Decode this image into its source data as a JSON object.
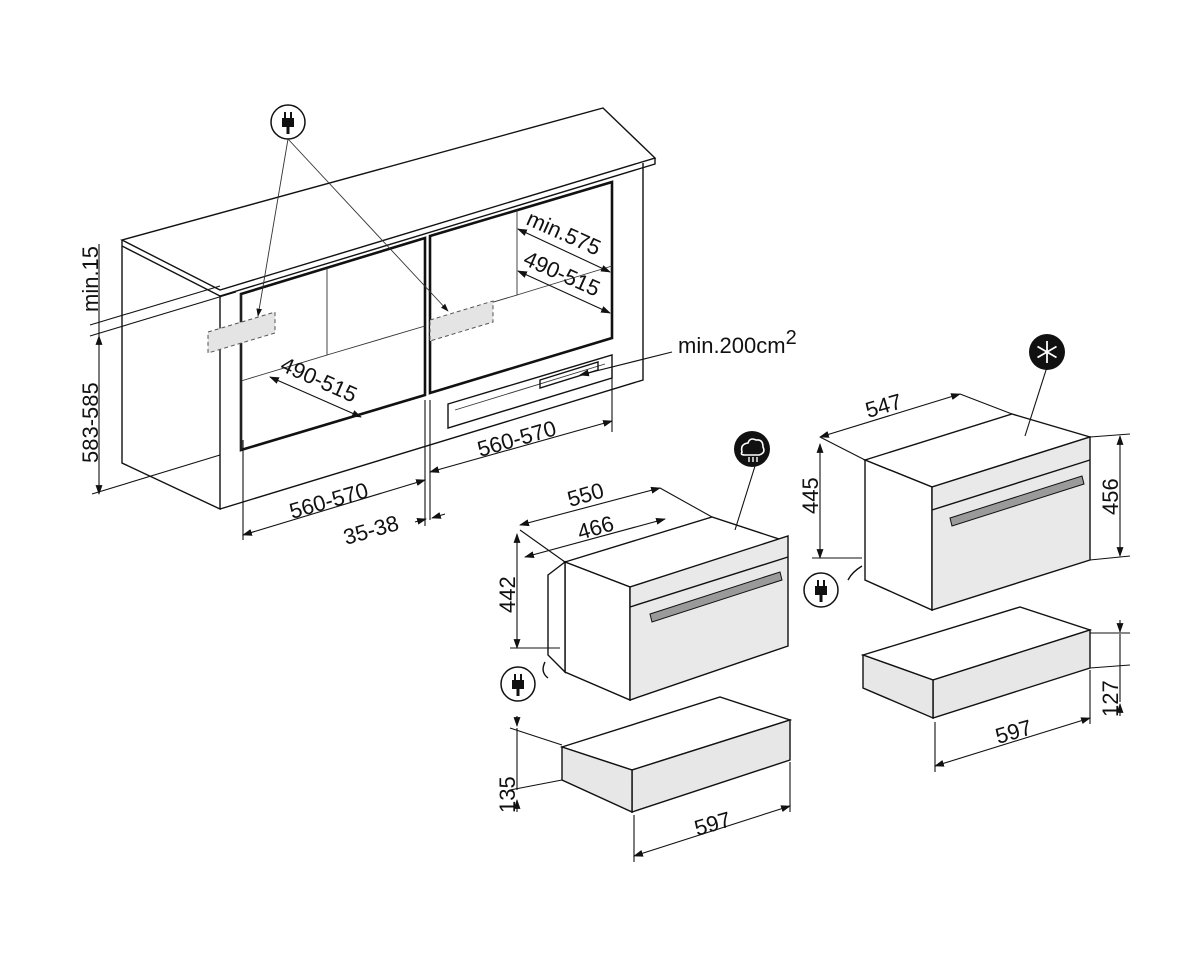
{
  "cabinet": {
    "dim_min15": "min.15",
    "dim_height": "583-585",
    "dim_depth_left": "490-515",
    "dim_width_left": "560-570",
    "dim_gap": "35-38",
    "dim_depth_right_min": "min.575",
    "dim_depth_right": "490-515",
    "dim_width_right": "560-570",
    "vent_label": "min.200cm",
    "vent_sup": "2"
  },
  "oven_steam": {
    "dim_depth_total": "550",
    "dim_depth_body": "466",
    "dim_height": "442",
    "drawer_height": "135",
    "drawer_width": "597"
  },
  "oven_chiller": {
    "dim_depth": "547",
    "dim_height_body": "445",
    "dim_height_front": "456",
    "drawer_height": "127",
    "drawer_width": "597"
  },
  "icons": [
    "plug-icon",
    "steam-icon",
    "snowflake-icon"
  ]
}
